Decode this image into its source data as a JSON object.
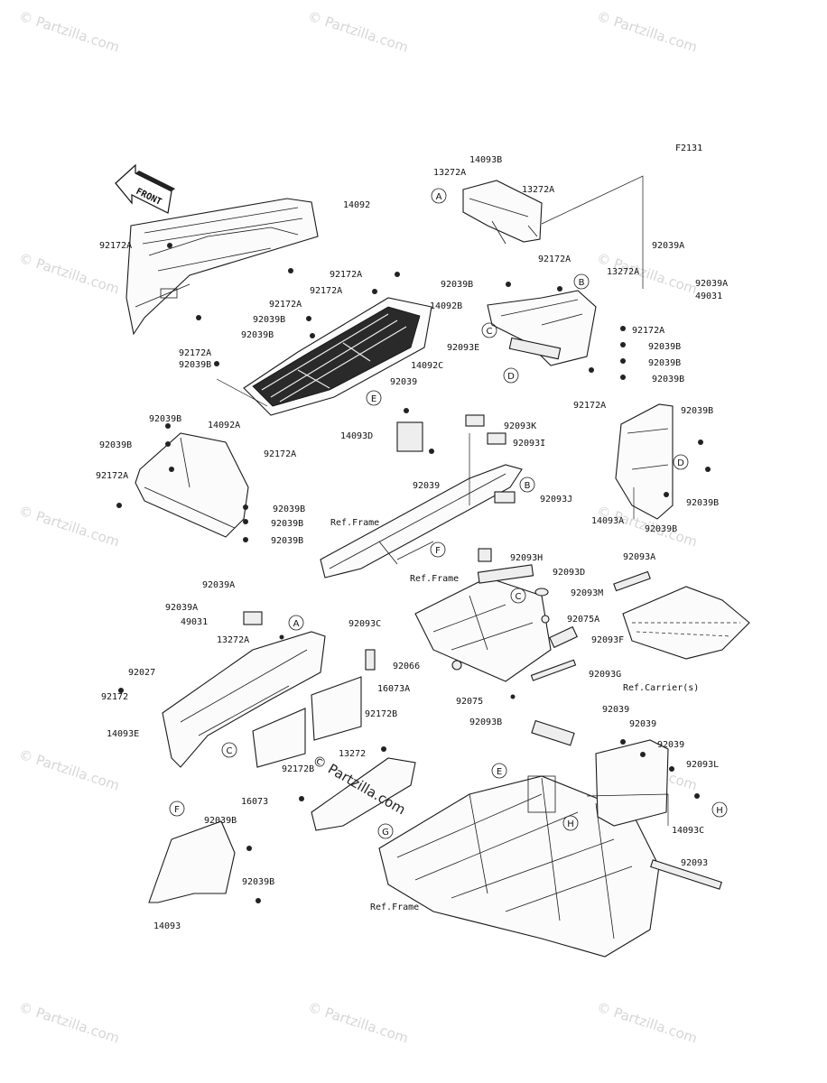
{
  "figure_code": "F2131",
  "front_arrow_label": "FRONT",
  "watermark_text": "© Partzilla.com",
  "center_watermark": "© Partzilla.com",
  "callout_letters": [
    "A",
    "B",
    "C",
    "D",
    "E",
    "F",
    "G",
    "H"
  ],
  "part_labels": [
    "14093B",
    "13272A",
    "13272A",
    "14092",
    "92172A",
    "92172A",
    "92172A",
    "92039B",
    "92172A",
    "92039B",
    "92172A",
    "92039B",
    "14092C",
    "92039B",
    "92172A",
    "14092B",
    "92093E",
    "92039A",
    "13272A",
    "92039A",
    "49031",
    "92172A",
    "92039B",
    "92039B",
    "92039B",
    "92172A",
    "92039",
    "14093D",
    "92093K",
    "92093I",
    "92039",
    "92093J",
    "92039B",
    "14092A",
    "92172A",
    "92039B",
    "92172A",
    "92039B",
    "92039B",
    "92039B",
    "Ref.Frame",
    "92039B",
    "14093A",
    "92039B",
    "92039B",
    "92093H",
    "92093D",
    "Ref.Frame",
    "92093M",
    "92075A",
    "92093F",
    "92066",
    "92093G",
    "92075",
    "92093A",
    "Ref.Carrier(s)",
    "92039A",
    "92039A",
    "49031",
    "13272A",
    "92093C",
    "92027",
    "16073A",
    "92172",
    "14093E",
    "16073",
    "92172B",
    "13272",
    "92172B",
    "92093B",
    "92039",
    "92039",
    "92039",
    "92093L",
    "14093C",
    "92039B",
    "92039B",
    "14093",
    "Ref.Frame",
    "92093"
  ]
}
